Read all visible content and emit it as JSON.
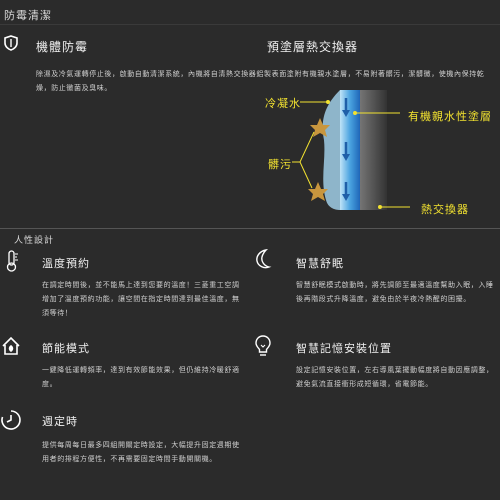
{
  "top": {
    "section_label": "防霉清潔",
    "mold_title": "機體防霉",
    "coating_title": "預塗層熱交換器",
    "description": "除濕及冷氣運轉停止後，啟動自動清潔系統，內機將自清熱交換器鋁製表面塗附有機親水塗層，不易附著髒污，潔髒黴，使機內保持乾燥，防止黴菌及臭味。"
  },
  "diagram": {
    "condensate_label": "冷凝水",
    "coating_label": "有機親水性塗層",
    "dirt_label": "髒污",
    "exchanger_label": "熱交換器"
  },
  "design": {
    "section_label": "人性設計",
    "features": [
      {
        "icon": "thermometer-icon",
        "title": "溫度預約",
        "desc": "在調定時間後，並不能馬上達到您要的溫度！三菱重工空調增加了溫度預約功能，讓空間在指定時間達到最佳溫度，無須等待！"
      },
      {
        "icon": "moon-icon",
        "title": "智慧舒眠",
        "desc": "智慧舒眠模式啟動時，將先調節至最適溫度幫助入眠，入睡後再階段式升降溫度，避免由於半夜冷熱醒的困擾。"
      },
      {
        "icon": "home-leaf-icon",
        "title": "節能模式",
        "desc": "一鍵降低運轉頻率，達到有效節能效果，但仍維持冷暖舒適度。"
      },
      {
        "icon": "bulb-icon",
        "title": "智慧記憶安裝位置",
        "desc": "設定記憶安裝位置，左右導風葉擺動幅度將自動因應調整，避免氣流直接衝形成短循環，省電節能。"
      },
      {
        "icon": "timer-icon",
        "title": "週定時",
        "desc": "提供每周每日最多四組開關定時設定，大幅提升固定週期使用者的排程方便性，不再需要固定時間手動開關機。"
      }
    ]
  }
}
